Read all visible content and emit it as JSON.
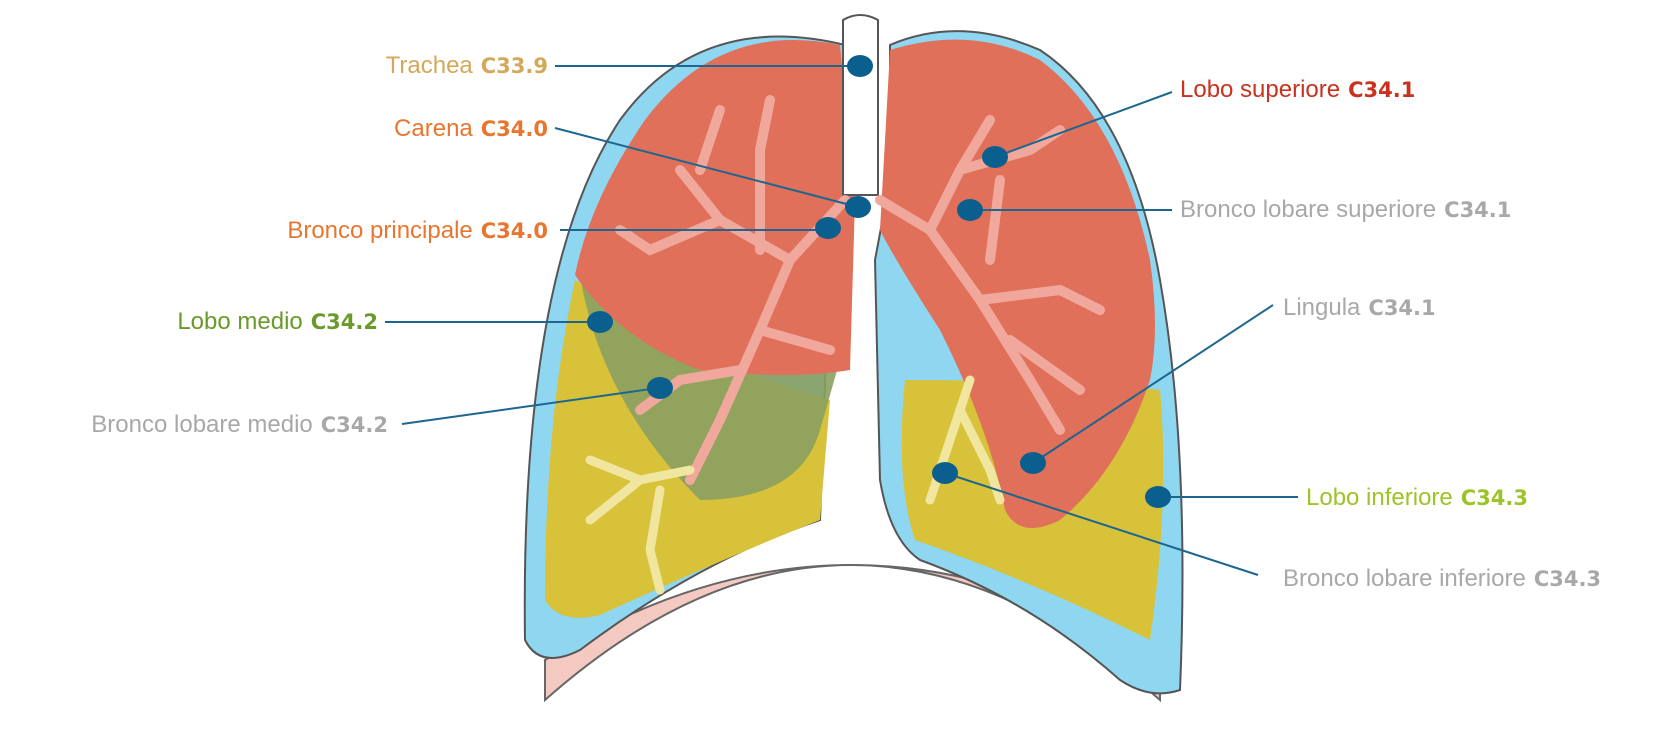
{
  "colors": {
    "trachea": "#d4a85a",
    "carena": "#e8762e",
    "bronco_principale": "#e8762e",
    "lobo_medio": "#6a9a2a",
    "lobo_superiore": "#c8321e",
    "lobo_inferiore": "#9cc428",
    "grey": "#a8a8a8",
    "pleura": "#8fd6f0",
    "upper_lobe": "#e0705a",
    "middle_lobe": "#8aa060",
    "lower_lobe": "#d8c23a",
    "marker": "#0b5f8e",
    "leader": "#1c6690"
  },
  "labels": {
    "trachea": {
      "name": "Trachea",
      "code": "C33.9"
    },
    "carena": {
      "name": "Carena",
      "code": "C34.0"
    },
    "bronco_principale": {
      "name": "Bronco principale",
      "code": "C34.0"
    },
    "lobo_medio": {
      "name": "Lobo medio",
      "code": "C34.2"
    },
    "bronco_lobare_medio": {
      "name": "Bronco lobare medio",
      "code": "C34.2"
    },
    "lobo_superiore": {
      "name": "Lobo superiore",
      "code": "C34.1"
    },
    "bronco_lobare_superiore": {
      "name": "Bronco lobare superiore",
      "code": "C34.1"
    },
    "lingula": {
      "name": "Lingula",
      "code": "C34.1"
    },
    "lobo_inferiore": {
      "name": "Lobo inferiore",
      "code": "C34.3"
    },
    "bronco_lobare_inferiore": {
      "name": "Bronco lobare inferiore",
      "code": "C34.3"
    }
  }
}
